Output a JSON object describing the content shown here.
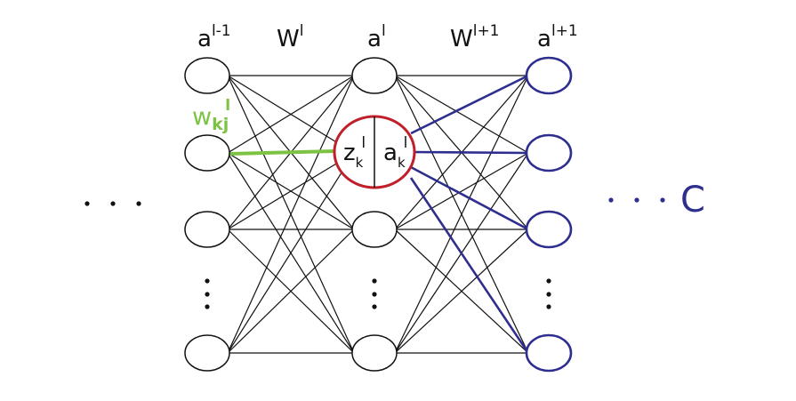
{
  "labels": {
    "a_prev": "a",
    "a_prev_sup": "l-1",
    "w_l": "W",
    "w_l_sup": "l",
    "a_l": "a",
    "a_l_sup": "l",
    "w_next": "W",
    "w_next_sup": "l+1",
    "a_next": "a",
    "a_next_sup": "l+1",
    "weight": "w",
    "weight_sub": "kj",
    "weight_sup": "l",
    "z_node": "z",
    "z_node_sub": "k",
    "z_node_sup": "l",
    "a_node": "a",
    "a_node_sub": "k",
    "a_node_sup": "l",
    "cost": "C"
  },
  "colors": {
    "neuron": "#111111",
    "highlight_neuron": "#c0202a",
    "output_layer": "#2e2e8f",
    "weight_highlight": "#7cc243",
    "edge": "#111111",
    "dots_left": "#111111",
    "dots_right": "#2e2e8f"
  }
}
